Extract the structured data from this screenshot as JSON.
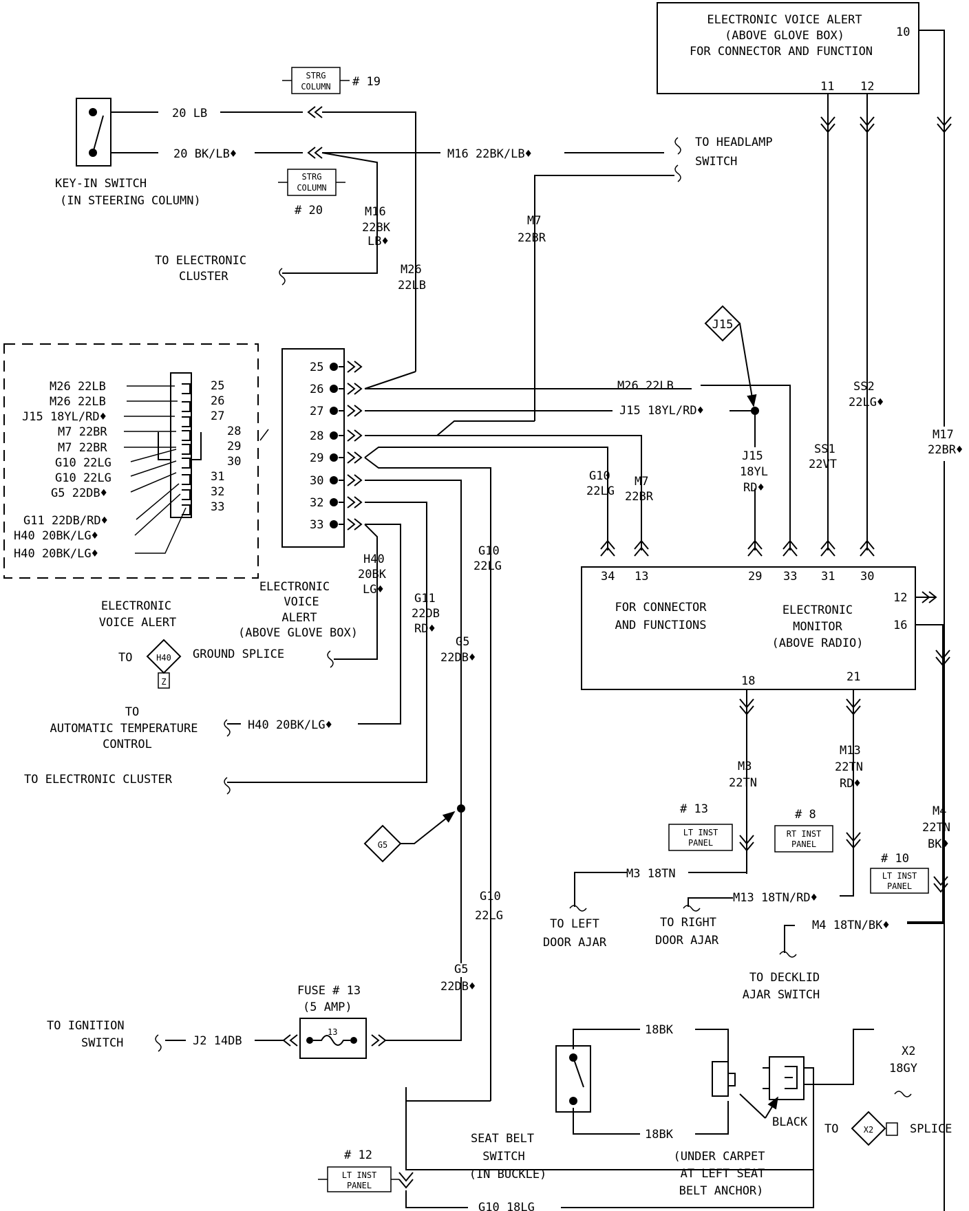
{
  "evalert_box": {
    "line1": "ELECTRONIC VOICE ALERT",
    "line2": "(ABOVE GLOVE BOX)",
    "line3": "FOR CONNECTOR AND FUNCTION",
    "pin10": "10",
    "pin11": "11",
    "pin12": "12"
  },
  "strg_column": {
    "label1": "STRG",
    "label2": "COLUMN",
    "ref19": "# 19",
    "ref20": "# 20"
  },
  "key_in_switch": {
    "line1": "KEY-IN SWITCH",
    "line2": "(IN STEERING COLUMN)"
  },
  "wires_top": {
    "w20lb": "20 LB",
    "w20bklb": "20 BK/LB♦",
    "m16": "M16 22BK/LB♦",
    "headlamp1": "TO HEADLAMP",
    "headlamp2": "SWITCH",
    "m7a": "M7",
    "m7b": "22BR",
    "m16v1": "M16",
    "m16v2": "22BK",
    "m16v3": "LB♦",
    "cluster1": "TO ELECTRONIC",
    "cluster2": "CLUSTER",
    "m26a": "M26",
    "m26b": "22LB"
  },
  "connector_inset": {
    "wires": [
      "M26 22LB",
      "M26 22LB",
      "J15 18YL/RD♦",
      "M7 22BR",
      "M7 22BR",
      "G10 22LG",
      "G10 22LG",
      "G5 22DB♦",
      "G11 22DB/RD♦",
      "H40 20BK/LG♦",
      "H40 20BK/LG♦"
    ],
    "pins": [
      "25",
      "26",
      "27",
      "28",
      "29",
      "30",
      "31",
      "32",
      "33"
    ]
  },
  "connector_pins": [
    "25",
    "26",
    "27",
    "28",
    "29",
    "30",
    "32",
    "33"
  ],
  "main_wires": {
    "m26h": "M26 22LB",
    "j15h": "J15 18YL/RD♦",
    "j15sym": "J15",
    "j15v": [
      "J15",
      "18YL",
      "RD♦"
    ],
    "ss2": [
      "SS2",
      "22LG♦"
    ],
    "ss1": [
      "SS1",
      "22VT"
    ],
    "m17": [
      "M17",
      "22BR♦"
    ],
    "g10a": [
      "G10",
      "22LG"
    ],
    "m7c": [
      "M7",
      "22BR"
    ],
    "h40v": [
      "H40",
      "20BK",
      "LG♦"
    ],
    "g11v": [
      "G11",
      "22DB",
      "RD♦"
    ],
    "g5a": [
      "G5",
      "22DB♦"
    ],
    "g10b": [
      "G10",
      "22LG"
    ],
    "g10c": [
      "G10",
      "22LG"
    ],
    "g5b": [
      "G5",
      "22DB♦"
    ]
  },
  "evalert_label": [
    "ELECTRONIC",
    "VOICE",
    "ALERT",
    "(ABOVE GLOVE BOX)"
  ],
  "evalert_left": [
    "ELECTRONIC",
    "VOICE ALERT"
  ],
  "ground": {
    "to": "TO",
    "sym": "H40",
    "z": "Z",
    "text": "GROUND SPLICE"
  },
  "atc": {
    "line1": "TO",
    "line2": "AUTOMATIC TEMPERATURE",
    "line3": "CONTROL",
    "wire": "H40 20BK/LG♦"
  },
  "to_cluster": "TO ELECTRONIC CLUSTER",
  "g5_sym": "G5",
  "monitor": {
    "pins_top": [
      "34",
      "13",
      "29",
      "33",
      "31",
      "30"
    ],
    "left1": "FOR CONNECTOR",
    "left2": "AND FUNCTIONS",
    "right1": "ELECTRONIC",
    "right2": "MONITOR",
    "right3": "(ABOVE RADIO)",
    "pin12": "12",
    "pin16": "16",
    "pin18": "18",
    "pin21": "21"
  },
  "lower_right": {
    "m3": [
      "M3",
      "22TN"
    ],
    "m13": [
      "M13",
      "22TN",
      "RD♦"
    ],
    "m4": [
      "M4",
      "22TN",
      "BK♦"
    ],
    "ref13": "# 13",
    "ref8": "# 8",
    "ref10": "# 10",
    "lt1": "LT INST",
    "lt2": "PANEL",
    "rt1": "RT INST",
    "rt2": "PANEL",
    "m3h": "M3 18TN",
    "m13h": "M13 18TN/RD♦",
    "m4h": "M4 18TN/BK♦",
    "left_door": [
      "TO LEFT",
      "DOOR AJAR"
    ],
    "right_door": [
      "TO RIGHT",
      "DOOR AJAR"
    ],
    "decklid": [
      "TO DECKLID",
      "AJAR SWITCH"
    ]
  },
  "fuse": {
    "title1": "FUSE # 13",
    "title2": "(5 AMP)",
    "num": "13",
    "ign1": "TO IGNITION",
    "ign2": "SWITCH",
    "j2": "J2 14DB"
  },
  "seatbelt": {
    "bk1": "18BK",
    "bk2": "18BK",
    "x2": [
      "X2",
      "18GY"
    ],
    "black": "BLACK",
    "to": "TO",
    "x2sym": "X2",
    "splice": "SPLICE",
    "label": [
      "SEAT BELT",
      "SWITCH",
      "(IN BUCKLE)"
    ],
    "under": [
      "(UNDER CARPET",
      "AT LEFT SEAT",
      "BELT ANCHOR)"
    ],
    "ref12": "# 12",
    "g10": "G10 18LG"
  }
}
